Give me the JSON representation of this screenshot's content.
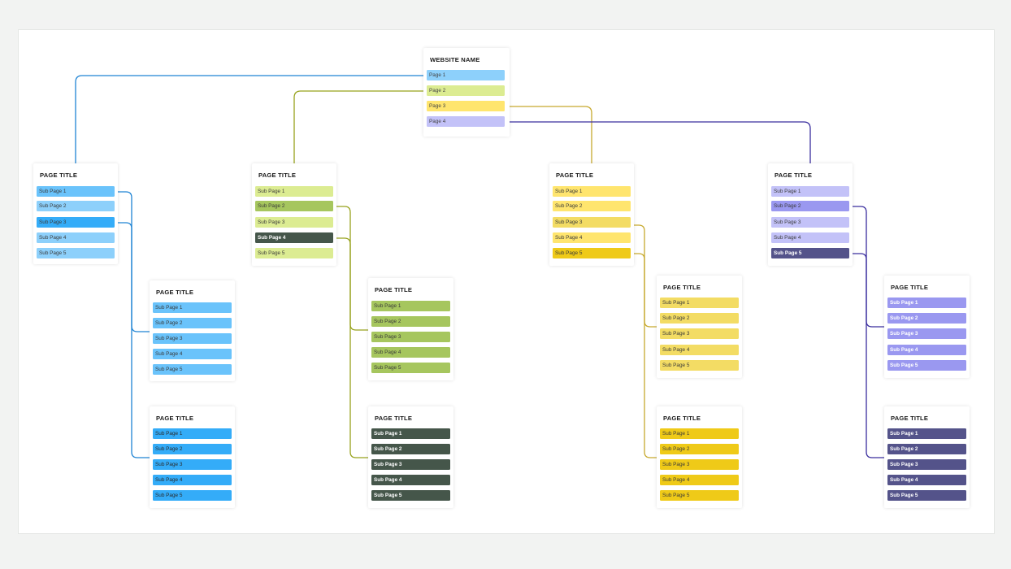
{
  "colors": {
    "blue": "#1f84d4",
    "olive": "#97a21c",
    "gold": "#c7a92e",
    "indigo": "#3a2e9e"
  },
  "cards": [
    {
      "id": "website",
      "title": "WEBSITE NAME",
      "rows": [
        {
          "label": "Page 1",
          "bg": "#8dd0fb",
          "fg": "#444444",
          "bold": false
        },
        {
          "label": "Page 2",
          "bg": "#dcec92",
          "fg": "#444444",
          "bold": false
        },
        {
          "label": "Page 3",
          "bg": "#ffe56e",
          "fg": "#444444",
          "bold": false
        },
        {
          "label": "Page 4",
          "bg": "#c3c2f8",
          "fg": "#444444",
          "bold": false
        }
      ]
    },
    {
      "id": "blue-parent",
      "title": "PAGE TITLE",
      "rows": [
        {
          "label": "Sub Page 1",
          "bg": "#6ac3fb",
          "fg": "#3a3a3a",
          "bold": false
        },
        {
          "label": "Sub Page 2",
          "bg": "#8dd0fb",
          "fg": "#3a3a3a",
          "bold": false
        },
        {
          "label": "Sub Page 3",
          "bg": "#34acf8",
          "fg": "#3a3a3a",
          "bold": false
        },
        {
          "label": "Sub Page 4",
          "bg": "#8dd0fb",
          "fg": "#3a3a3a",
          "bold": false
        },
        {
          "label": "Sub Page 5",
          "bg": "#8dd0fb",
          "fg": "#3a3a3a",
          "bold": false
        }
      ]
    },
    {
      "id": "olive-parent",
      "title": "PAGE TITLE",
      "rows": [
        {
          "label": "Sub Page 1",
          "bg": "#dcec92",
          "fg": "#3a3a3a",
          "bold": false
        },
        {
          "label": "Sub Page 2",
          "bg": "#a6c65e",
          "fg": "#3a3a3a",
          "bold": false
        },
        {
          "label": "Sub Page 3",
          "bg": "#dcec92",
          "fg": "#3a3a3a",
          "bold": false
        },
        {
          "label": "Sub Page 4",
          "bg": "#45564a",
          "fg": "#ffffff",
          "bold": true
        },
        {
          "label": "Sub Page 5",
          "bg": "#dcec92",
          "fg": "#3a3a3a",
          "bold": false
        }
      ]
    },
    {
      "id": "gold-parent",
      "title": "PAGE TITLE",
      "rows": [
        {
          "label": "Sub Page 1",
          "bg": "#ffe56e",
          "fg": "#3a3a3a",
          "bold": false
        },
        {
          "label": "Sub Page 2",
          "bg": "#ffe56e",
          "fg": "#3a3a3a",
          "bold": false
        },
        {
          "label": "Sub Page 3",
          "bg": "#f3dc64",
          "fg": "#3a3a3a",
          "bold": false
        },
        {
          "label": "Sub Page 4",
          "bg": "#ffe56e",
          "fg": "#3a3a3a",
          "bold": false
        },
        {
          "label": "Sub Page 5",
          "bg": "#efca18",
          "fg": "#3a3a3a",
          "bold": false
        }
      ]
    },
    {
      "id": "indigo-parent",
      "title": "PAGE TITLE",
      "rows": [
        {
          "label": "Sub Page 1",
          "bg": "#c3c2f8",
          "fg": "#3a3a3a",
          "bold": false
        },
        {
          "label": "Sub Page 2",
          "bg": "#9a98f0",
          "fg": "#3a3a3a",
          "bold": false
        },
        {
          "label": "Sub Page 3",
          "bg": "#c3c2f8",
          "fg": "#3a3a3a",
          "bold": false
        },
        {
          "label": "Sub Page 4",
          "bg": "#c3c2f8",
          "fg": "#3a3a3a",
          "bold": false
        },
        {
          "label": "Sub Page 5",
          "bg": "#54538a",
          "fg": "#ffffff",
          "bold": true
        }
      ]
    },
    {
      "id": "blue-child-a",
      "title": "PAGE TITLE",
      "rows": [
        {
          "label": "Sub Page 1",
          "bg": "#6ac3fb",
          "fg": "#3a3a3a",
          "bold": false
        },
        {
          "label": "Sub Page 2",
          "bg": "#6ac3fb",
          "fg": "#3a3a3a",
          "bold": false
        },
        {
          "label": "Sub Page 3",
          "bg": "#6ac3fb",
          "fg": "#3a3a3a",
          "bold": false
        },
        {
          "label": "Sub Page 4",
          "bg": "#6ac3fb",
          "fg": "#3a3a3a",
          "bold": false
        },
        {
          "label": "Sub Page 5",
          "bg": "#6ac3fb",
          "fg": "#3a3a3a",
          "bold": false
        }
      ]
    },
    {
      "id": "blue-child-b",
      "title": "PAGE TITLE",
      "rows": [
        {
          "label": "Sub Page 1",
          "bg": "#34acf8",
          "fg": "#2a2a2a",
          "bold": false
        },
        {
          "label": "Sub Page 2",
          "bg": "#34acf8",
          "fg": "#2a2a2a",
          "bold": false
        },
        {
          "label": "Sub Page 3",
          "bg": "#34acf8",
          "fg": "#2a2a2a",
          "bold": false
        },
        {
          "label": "Sub Page 4",
          "bg": "#34acf8",
          "fg": "#2a2a2a",
          "bold": false
        },
        {
          "label": "Sub Page 5",
          "bg": "#34acf8",
          "fg": "#2a2a2a",
          "bold": false
        }
      ]
    },
    {
      "id": "olive-child-a",
      "title": "PAGE TITLE",
      "rows": [
        {
          "label": "Sub Page 1",
          "bg": "#a6c65e",
          "fg": "#3a3a3a",
          "bold": false
        },
        {
          "label": "Sub Page 2",
          "bg": "#a6c65e",
          "fg": "#3a3a3a",
          "bold": false
        },
        {
          "label": "Sub Page 3",
          "bg": "#a6c65e",
          "fg": "#3a3a3a",
          "bold": false
        },
        {
          "label": "Sub Page 4",
          "bg": "#a6c65e",
          "fg": "#3a3a3a",
          "bold": false
        },
        {
          "label": "Sub Page 5",
          "bg": "#a6c65e",
          "fg": "#3a3a3a",
          "bold": false
        }
      ]
    },
    {
      "id": "olive-child-b",
      "title": "PAGE TITLE",
      "rows": [
        {
          "label": "Sub Page 1",
          "bg": "#45564a",
          "fg": "#ffffff",
          "bold": true
        },
        {
          "label": "Sub Page 2",
          "bg": "#45564a",
          "fg": "#ffffff",
          "bold": true
        },
        {
          "label": "Sub Page 3",
          "bg": "#45564a",
          "fg": "#ffffff",
          "bold": true
        },
        {
          "label": "Sub Page 4",
          "bg": "#45564a",
          "fg": "#ffffff",
          "bold": true
        },
        {
          "label": "Sub Page 5",
          "bg": "#45564a",
          "fg": "#ffffff",
          "bold": true
        }
      ]
    },
    {
      "id": "gold-child-a",
      "title": "PAGE TITLE",
      "rows": [
        {
          "label": "Sub Page 1",
          "bg": "#f3dc64",
          "fg": "#3a3a3a",
          "bold": false
        },
        {
          "label": "Sub Page 2",
          "bg": "#f3dc64",
          "fg": "#3a3a3a",
          "bold": false
        },
        {
          "label": "Sub Page 3",
          "bg": "#f3dc64",
          "fg": "#3a3a3a",
          "bold": false
        },
        {
          "label": "Sub Page 4",
          "bg": "#f3dc64",
          "fg": "#3a3a3a",
          "bold": false
        },
        {
          "label": "Sub Page 5",
          "bg": "#f3dc64",
          "fg": "#3a3a3a",
          "bold": false
        }
      ]
    },
    {
      "id": "gold-child-b",
      "title": "PAGE TITLE",
      "rows": [
        {
          "label": "Sub Page 1",
          "bg": "#efca18",
          "fg": "#3a3a3a",
          "bold": false
        },
        {
          "label": "Sub Page 2",
          "bg": "#efca18",
          "fg": "#3a3a3a",
          "bold": false
        },
        {
          "label": "Sub Page 3",
          "bg": "#efca18",
          "fg": "#3a3a3a",
          "bold": false
        },
        {
          "label": "Sub Page 4",
          "bg": "#efca18",
          "fg": "#3a3a3a",
          "bold": false
        },
        {
          "label": "Sub Page 5",
          "bg": "#efca18",
          "fg": "#3a3a3a",
          "bold": false
        }
      ]
    },
    {
      "id": "indigo-child-a",
      "title": "PAGE TITLE",
      "rows": [
        {
          "label": "Sub Page 1",
          "bg": "#9a98f0",
          "fg": "#ffffff",
          "bold": true
        },
        {
          "label": "Sub Page 2",
          "bg": "#9a98f0",
          "fg": "#ffffff",
          "bold": true
        },
        {
          "label": "Sub Page 3",
          "bg": "#9a98f0",
          "fg": "#ffffff",
          "bold": true
        },
        {
          "label": "Sub Page 4",
          "bg": "#9a98f0",
          "fg": "#ffffff",
          "bold": true
        },
        {
          "label": "Sub Page 5",
          "bg": "#9a98f0",
          "fg": "#ffffff",
          "bold": true
        }
      ]
    },
    {
      "id": "indigo-child-b",
      "title": "PAGE TITLE",
      "rows": [
        {
          "label": "Sub Page 1",
          "bg": "#54538a",
          "fg": "#ffffff",
          "bold": true
        },
        {
          "label": "Sub Page 2",
          "bg": "#54538a",
          "fg": "#ffffff",
          "bold": true
        },
        {
          "label": "Sub Page 3",
          "bg": "#54538a",
          "fg": "#ffffff",
          "bold": true
        },
        {
          "label": "Sub Page 4",
          "bg": "#54538a",
          "fg": "#ffffff",
          "bold": true
        },
        {
          "label": "Sub Page 5",
          "bg": "#54538a",
          "fg": "#ffffff",
          "bold": true
        }
      ]
    }
  ]
}
